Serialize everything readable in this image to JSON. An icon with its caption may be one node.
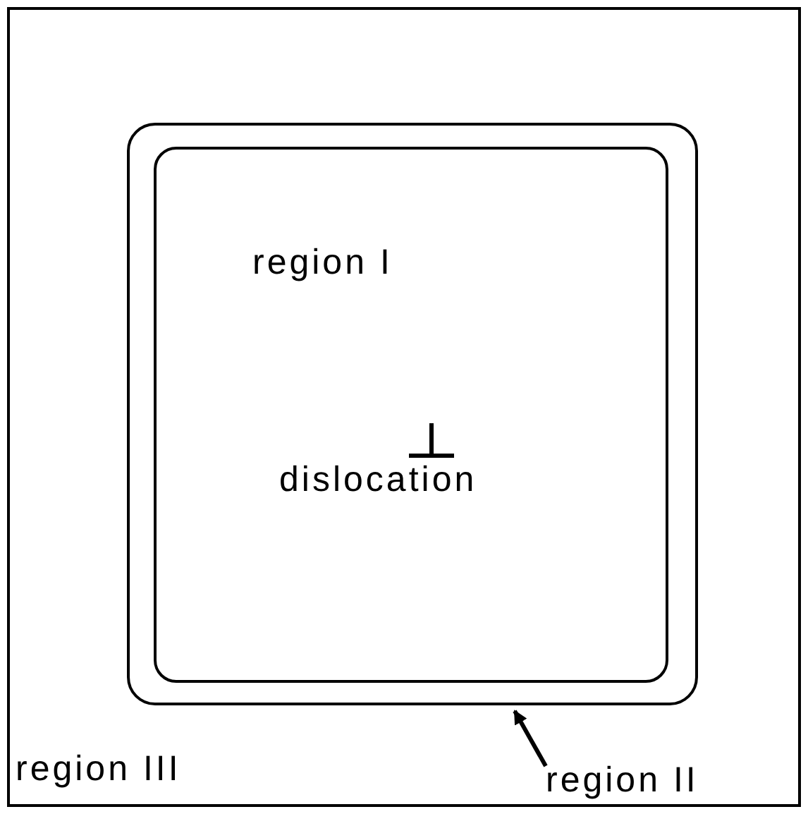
{
  "diagram": {
    "nodes": [
      {
        "text": [
          "region III"
        ]
      },
      {
        "text": [],
        "shape": "box",
        "in": 0
      },
      {
        "text": [
          "region I",
          "dislocation"
        ],
        "in": 1
      },
      {
        "text": [
          "region II"
        ],
        "in": 0
      }
    ],
    "edges": [
      {
        "from": 3,
        "to": 1,
        "arrow": "to"
      }
    ]
  }
}
